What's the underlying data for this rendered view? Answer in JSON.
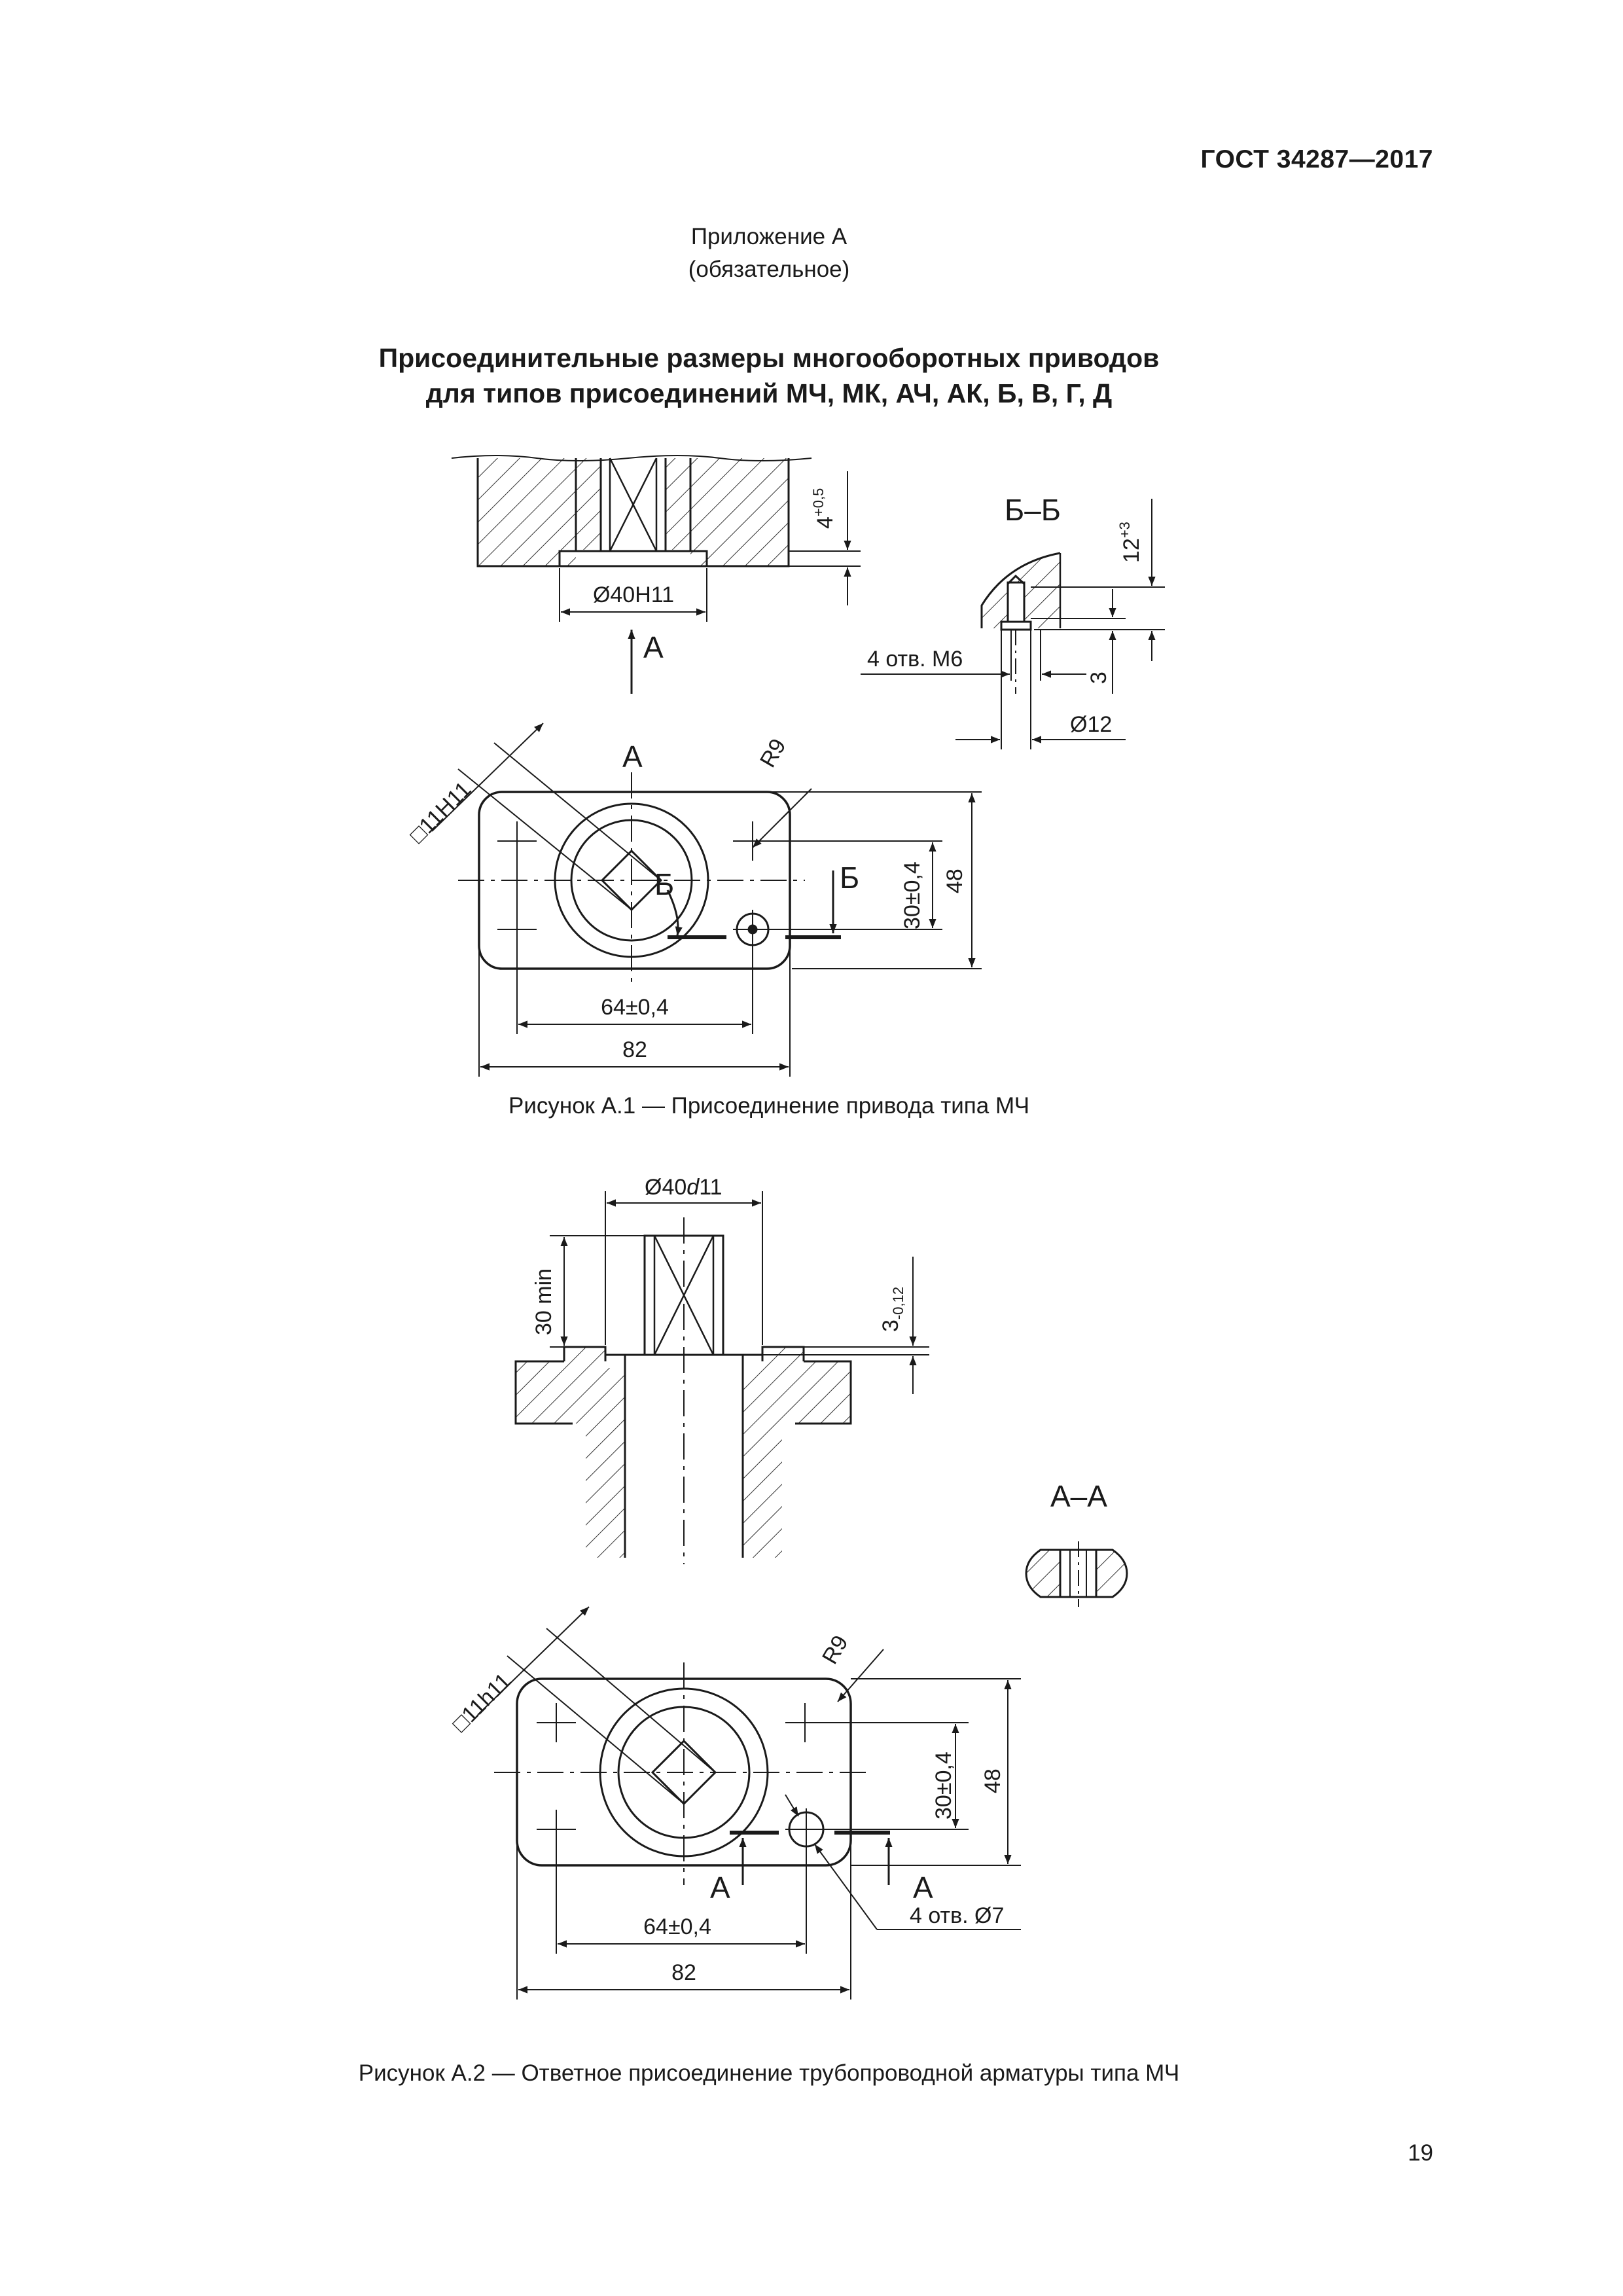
{
  "header": {
    "doc_code": "ГОСТ 34287—2017"
  },
  "appendix": {
    "title": "Приложение А",
    "subtitle": "(обязательное)"
  },
  "section": {
    "title_line1": "Присоединительные размеры многооборотных приводов",
    "title_line2": "для типов присоединений МЧ, МК, АЧ, АК, Б, В, Г, Д"
  },
  "figure1": {
    "caption": "Рисунок А.1 — Присоединение привода типа МЧ",
    "labels": {
      "dia40": "Ø40H11",
      "tol4": "4",
      "tol4_sup": "+0,5",
      "view_a": "A",
      "section_bb": "Б–Б",
      "tol12": "12",
      "tol12_sup": "+3",
      "holes": "4 отв. М6",
      "dim3": "3",
      "dia12": "Ø12",
      "square": "□11H11",
      "view_a_top": "A",
      "r9": "R9",
      "cut_b_left": "Б",
      "cut_b_right": "Б",
      "dim30": "30±0,4",
      "dim48": "48",
      "dim64": "64±0,4",
      "dim82": "82"
    }
  },
  "figure2": {
    "caption": "Рисунок А.2 — Ответное присоединение трубопроводной арматуры типа МЧ",
    "labels": {
      "dia40": "Ø40",
      "dia40_fit": "d",
      "dia40_fit_num": "11",
      "min30": "30 min",
      "tol3": "3",
      "tol3_sub": "-0,12",
      "section_aa": "А–А",
      "square": "□11h11",
      "r9": "R9",
      "dim30": "30±0,4",
      "dim48": "48",
      "cut_a_left": "А",
      "cut_a_right": "А",
      "holes": "4 отв. Ø7",
      "dim64": "64±0,4",
      "dim82": "82"
    }
  },
  "page": {
    "number": "19"
  }
}
